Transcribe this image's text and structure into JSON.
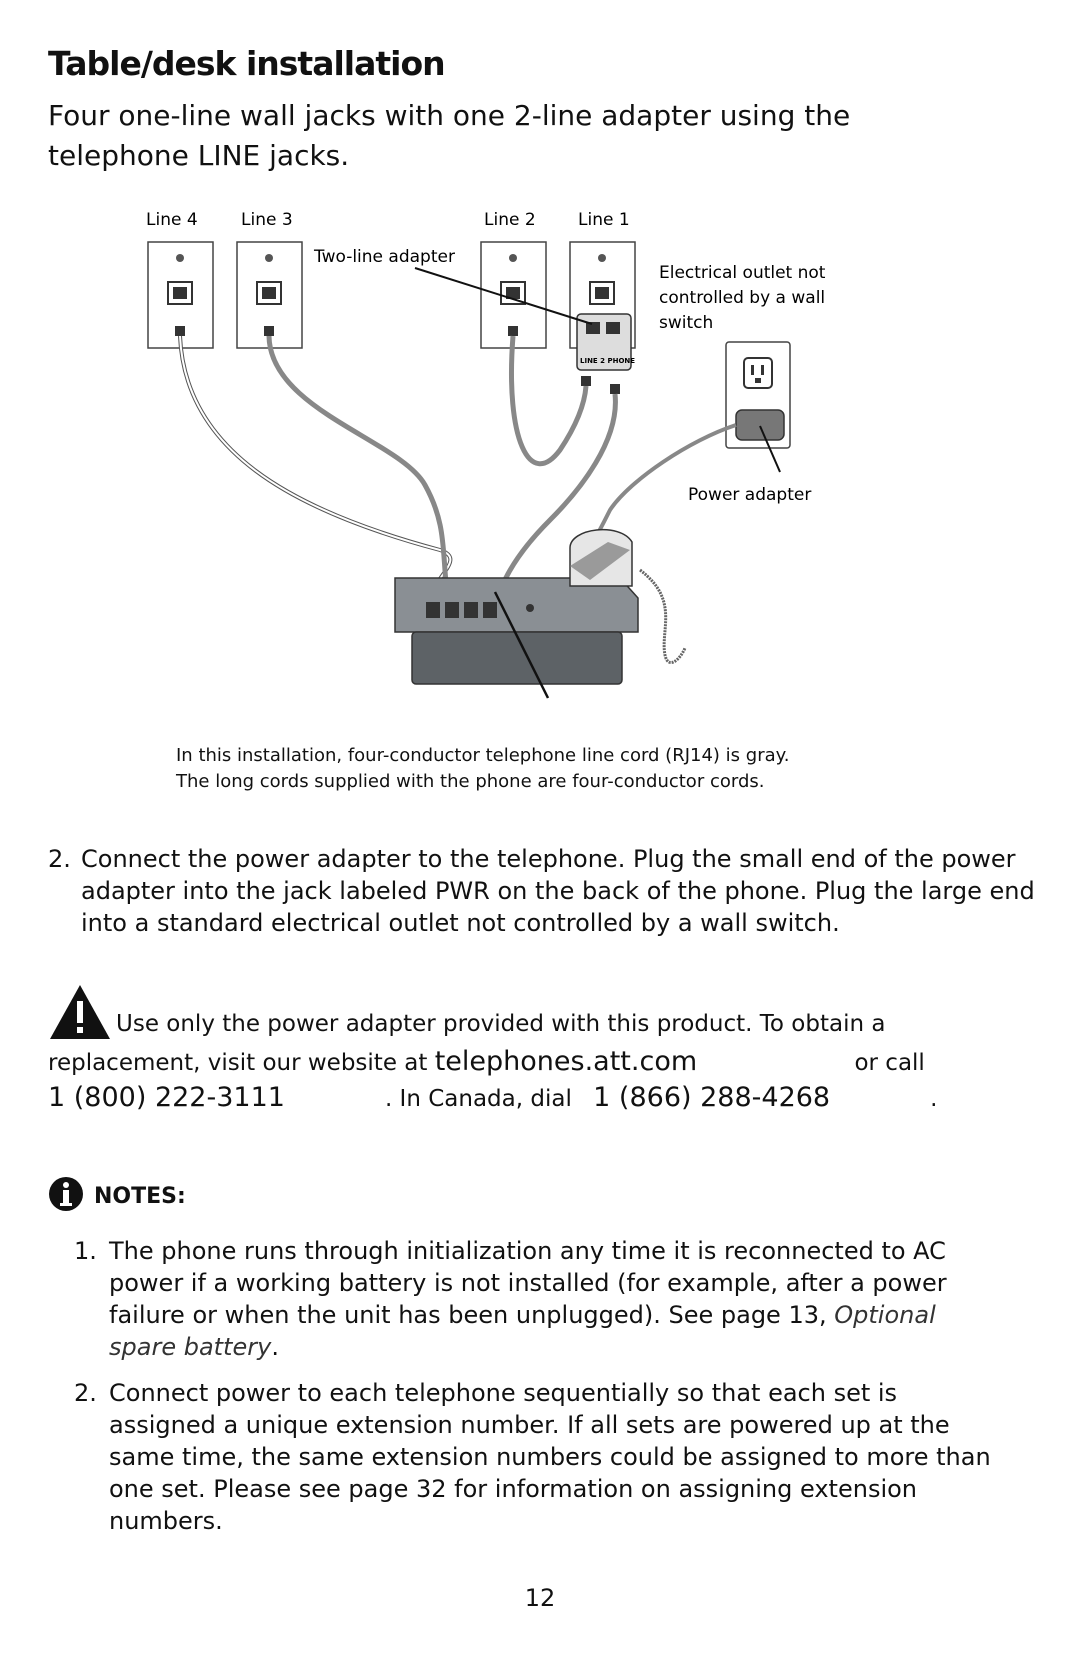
{
  "title": "Table/desk installation",
  "subtitle": "Four one-line wall jacks with one 2-line adapter using the telephone LINE jacks.",
  "diagram": {
    "line4": "Line 4",
    "line3": "Line 3",
    "line2": "Line 2",
    "line1": "Line 1",
    "two_line_adapter": "Two-line adapter",
    "adapter_port_label": "LINE 2 PHONE",
    "outlet_label_1": "Electrical outlet not",
    "outlet_label_2": "controlled by a wall",
    "outlet_label_3": "switch",
    "power_adapter": "Power adapter"
  },
  "caption": {
    "line1": "In this installation, four-conductor telephone line cord (RJ14) is gray.",
    "line2": "The long cords supplied with the phone are four-conductor cords."
  },
  "step2": {
    "number": "2.",
    "part1": "Connect the power adapter to the telephone",
    "part2": ". Plug the small end of the power adapter into the jack labeled",
    "jack_label": "PWR",
    "part3": "on the back of the phone. Plug the large end into a standard electrical outlet not controlled by a wall switch."
  },
  "warning": {
    "line1": "Use only the power adapter provided with this product. To obtain a",
    "line2a": "replacement, visit our website at",
    "website": "telephones.att.com",
    "line2b": "or call",
    "phone_us": "1 (800) 222-3111",
    "line3a": ". In Canada, dial",
    "phone_ca": "1 (866) 288-4268",
    "line3b": "."
  },
  "notes": {
    "label": "NOTES:",
    "items": [
      {
        "number": "1.",
        "text": "The phone runs through initialization any time it is reconnected to AC power if a working battery is not installed (for example, after a power failure or when the unit has been unplugged). See page 13,",
        "ref": "Optional spare battery",
        "end": "."
      },
      {
        "number": "2.",
        "text": "Connect power to each telephone sequentially so that each set is assigned a unique extension number. If all sets are powered up at the same time, the same extension numbers could be assigned to more than one set. Please see page 32 for information on assigning extension numbers."
      }
    ]
  },
  "page_number": "12"
}
